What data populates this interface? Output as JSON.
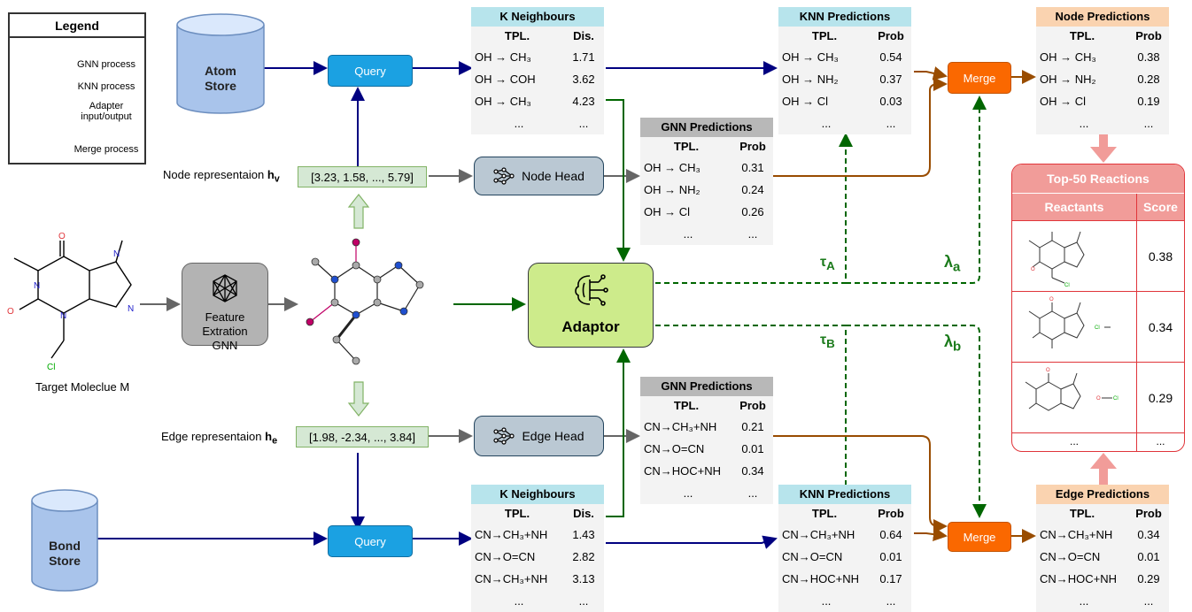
{
  "legend": {
    "title": "Legend",
    "items": [
      {
        "label": "GNN process",
        "color": "#666666"
      },
      {
        "label": "KNN process",
        "color": "#000080"
      },
      {
        "label": "Adapter input/output",
        "color": "#006600"
      },
      {
        "label": "Merge process",
        "color": "#994C00"
      }
    ]
  },
  "stores": {
    "atom": "Atom Store",
    "bond": "Bond Store"
  },
  "query_label": "Query",
  "merge_label": "Merge",
  "node_head": "Node Head",
  "edge_head": "Edge Head",
  "node_rep": {
    "label": "Node representaion",
    "sym": "h",
    "sub": "v",
    "value": "[3.23, 1.58, ..., 5.79]"
  },
  "edge_rep": {
    "label": "Edge representaion",
    "sym": "h",
    "sub": "e",
    "value": "[1.98, -2.34, ..., 3.84]"
  },
  "feature_gnn": "Feature Extration GNN",
  "target": "Target Moleclue M",
  "adaptor": "Adaptor",
  "tau_a": {
    "sym": "τ",
    "sub": "A"
  },
  "tau_b": {
    "sym": "τ",
    "sub": "B"
  },
  "lambda_a": {
    "sym": "λ",
    "sub": "a"
  },
  "lambda_b": {
    "sym": "λ",
    "sub": "b"
  },
  "tables": {
    "k_node": {
      "title": "K Neighbours",
      "cols": [
        "TPL.",
        "Dis."
      ],
      "rows": [
        [
          "OH → CH₃",
          "1.71"
        ],
        [
          "OH → COH",
          "3.62"
        ],
        [
          "OH → CH₃",
          "4.23"
        ],
        [
          "...",
          "..."
        ]
      ]
    },
    "gnn_node": {
      "title": "GNN Predictions",
      "cols": [
        "TPL.",
        "Prob"
      ],
      "rows": [
        [
          "OH → CH₃",
          "0.31"
        ],
        [
          "OH → NH₂",
          "0.24"
        ],
        [
          "OH → Cl",
          "0.26"
        ],
        [
          "...",
          "..."
        ]
      ]
    },
    "knn_node": {
      "title": "KNN Predictions",
      "cols": [
        "TPL.",
        "Prob"
      ],
      "rows": [
        [
          "OH → CH₃",
          "0.54"
        ],
        [
          "OH → NH₂",
          "0.37"
        ],
        [
          "OH → Cl",
          "0.03"
        ],
        [
          "...",
          "..."
        ]
      ]
    },
    "node_pred": {
      "title": "Node Predictions",
      "cols": [
        "TPL.",
        "Prob"
      ],
      "rows": [
        [
          "OH → CH₃",
          "0.38"
        ],
        [
          "OH → NH₂",
          "0.28"
        ],
        [
          "OH → Cl",
          "0.19"
        ],
        [
          "...",
          "..."
        ]
      ]
    },
    "gnn_edge": {
      "title": "GNN Predictions",
      "cols": [
        "TPL.",
        "Prob"
      ],
      "rows": [
        [
          "CN→CH₃+NH",
          "0.21"
        ],
        [
          "CN→O=CN",
          "0.01"
        ],
        [
          "CN→HOC+NH",
          "0.34"
        ],
        [
          "...",
          "..."
        ]
      ]
    },
    "k_edge": {
      "title": "K Neighbours",
      "cols": [
        "TPL.",
        "Dis."
      ],
      "rows": [
        [
          "CN→CH₃+NH",
          "1.43"
        ],
        [
          "CN→O=CN",
          "2.82"
        ],
        [
          "CN→CH₃+NH",
          "3.13"
        ],
        [
          "...",
          "..."
        ]
      ]
    },
    "knn_edge": {
      "title": "KNN Predictions",
      "cols": [
        "TPL.",
        "Prob"
      ],
      "rows": [
        [
          "CN→CH₃+NH",
          "0.64"
        ],
        [
          "CN→O=CN",
          "0.01"
        ],
        [
          "CN→HOC+NH",
          "0.17"
        ],
        [
          "...",
          "..."
        ]
      ]
    },
    "edge_pred": {
      "title": "Edge Predictions",
      "cols": [
        "TPL.",
        "Prob"
      ],
      "rows": [
        [
          "CN→CH₃+NH",
          "0.34"
        ],
        [
          "CN→O=CN",
          "0.01"
        ],
        [
          "CN→HOC+NH",
          "0.29"
        ],
        [
          "...",
          "..."
        ]
      ]
    }
  },
  "top50": {
    "title": "Top-50 Reactions",
    "cols": [
      "Reactants",
      "Score"
    ],
    "scores": [
      "0.38",
      "0.34",
      "0.29"
    ],
    "ellipsis": "...",
    "atoms": {
      "O": "O",
      "N": "N",
      "Cl": "Cl"
    }
  }
}
